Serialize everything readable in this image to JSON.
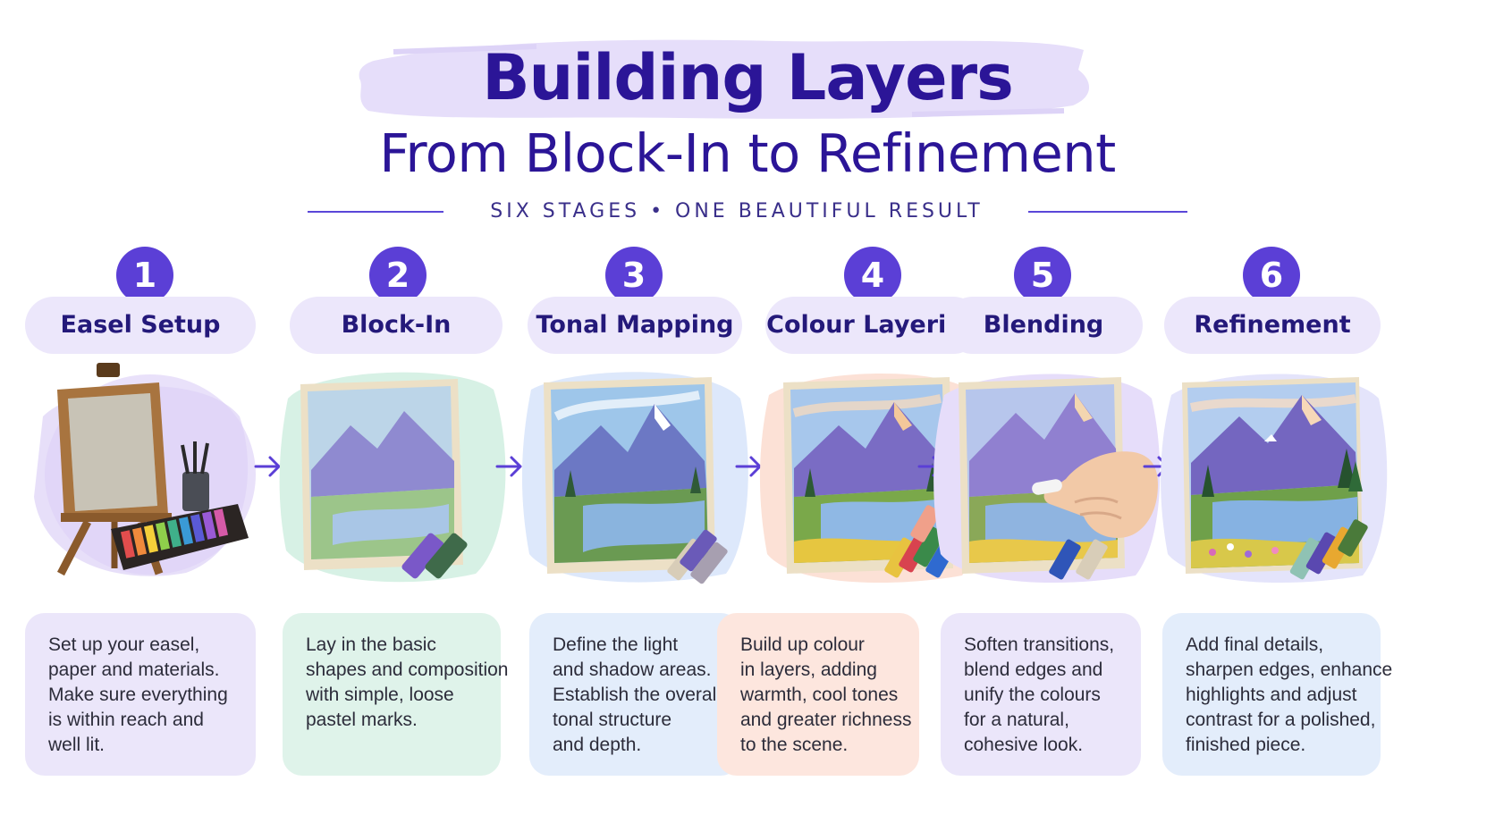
{
  "header": {
    "title": "Building Layers",
    "subtitle": "From Block-In to Refinement",
    "tagline": "SIX STAGES • ONE BEAUTIFUL RESULT"
  },
  "colors": {
    "accent": "#5b3fd6",
    "title_text": "#2b1597",
    "pill_background": "#ece7fb",
    "card_purple": "#ebe6fa",
    "card_mint": "#dff3ea",
    "card_blue": "#e3edfb",
    "card_peach": "#fde6de"
  },
  "stages": [
    {
      "number": "1",
      "name": "Easel Setup",
      "image_icon": "easel-with-pastels-icon",
      "description": [
        "Set up your easel,",
        "paper and materials.",
        "Make sure everything",
        "is within reach and",
        "well lit."
      ]
    },
    {
      "number": "2",
      "name": "Block-In",
      "image_icon": "block-in-sketch-icon",
      "description": [
        "Lay in the basic",
        "shapes and composition",
        "with simple, loose",
        "pastel marks."
      ]
    },
    {
      "number": "3",
      "name": "Tonal Mapping",
      "image_icon": "tonal-landscape-icon",
      "description": [
        "Define the light",
        "and shadow areas.",
        "Establish the overall",
        "tonal structure",
        "and depth."
      ]
    },
    {
      "number": "4",
      "name": "Colour Layering",
      "image_icon": "colour-landscape-icon",
      "description": [
        "Build up colour",
        "in layers, adding",
        "warmth, cool tones",
        "and greater richness",
        "to the scene."
      ]
    },
    {
      "number": "5",
      "name": "Blending",
      "image_icon": "hand-blending-icon",
      "description": [
        "Soften transitions,",
        "blend edges and",
        "unify the colours",
        "for a natural,",
        "cohesive look."
      ]
    },
    {
      "number": "6",
      "name": "Refinement",
      "image_icon": "finished-landscape-icon",
      "description": [
        "Add final details,",
        "sharpen edges, enhance",
        "highlights and adjust",
        "contrast for a polished,",
        "finished piece."
      ]
    }
  ]
}
